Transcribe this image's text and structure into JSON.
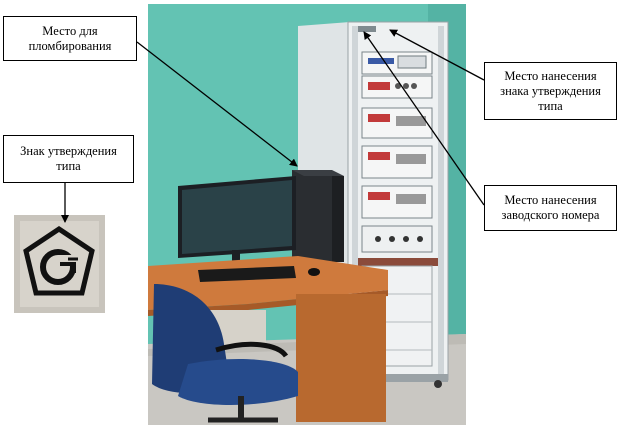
{
  "labels": {
    "seal_place": "Место для\nпломбирования",
    "type_approval_mark": "Знак утверждения\nтипа",
    "mark_application_place": "Место нанесения\nзнака утверждения\nтипа",
    "serial_number_place": "Место нанесения\nзаводского номера"
  },
  "colors": {
    "wall": "#63c3b3",
    "floor": "#c9c7c2",
    "cabinet": "#e8ecee",
    "desk": "#cf7a3d",
    "chair": "#1f3d75"
  },
  "icons": {
    "approval_mark": "pentagon-gost-icon"
  }
}
